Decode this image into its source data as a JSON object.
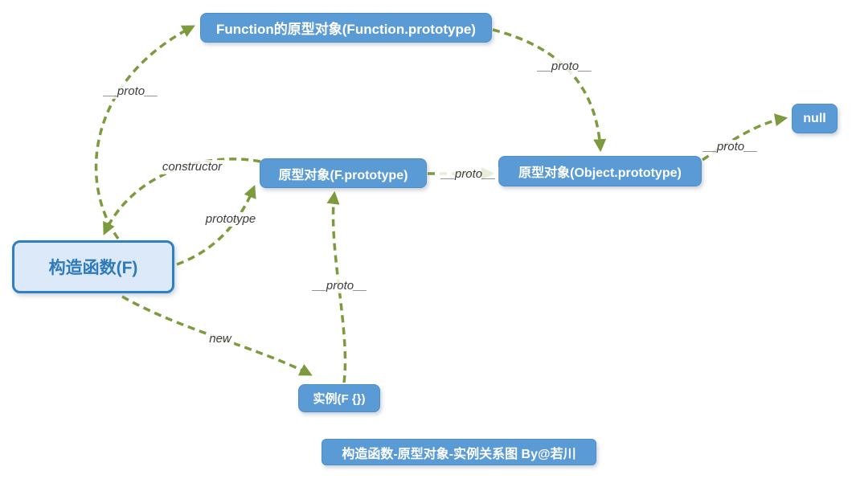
{
  "diagram": {
    "title": "构造函数-原型对象-实例关系图 By@若川",
    "nodes": [
      {
        "id": "function-prototype",
        "label": "Function的原型对象(Function.prototype)"
      },
      {
        "id": "f-prototype",
        "label": "原型对象(F.prototype)"
      },
      {
        "id": "object-prototype",
        "label": "原型对象(Object.prototype)"
      },
      {
        "id": "null",
        "label": "null"
      },
      {
        "id": "constructor-f",
        "label": "构造函数(F)"
      },
      {
        "id": "instance-f",
        "label": "实例(F {})"
      }
    ],
    "edges": [
      {
        "from": "constructor-f",
        "to": "function-prototype",
        "label": "__proto__"
      },
      {
        "from": "function-prototype",
        "to": "object-prototype",
        "label": "__proto__"
      },
      {
        "from": "f-prototype",
        "to": "object-prototype",
        "label": "__proto__"
      },
      {
        "from": "object-prototype",
        "to": "null",
        "label": "__proto__"
      },
      {
        "from": "f-prototype",
        "to": "constructor-f",
        "label": "constructor"
      },
      {
        "from": "constructor-f",
        "to": "f-prototype",
        "label": "prototype"
      },
      {
        "from": "instance-f",
        "to": "f-prototype",
        "label": "__proto__"
      },
      {
        "from": "constructor-f",
        "to": "instance-f",
        "label": "new"
      }
    ],
    "colors": {
      "node_fill": "#5b9bd5",
      "node_border": "#4e8fc7",
      "node_text": "#ffffff",
      "root_fill": "#dbe9f8",
      "root_border": "#2e7fc4",
      "root_text": "#2f7ab9",
      "edge": "#7e9a3e",
      "edge_label_text": "#3d3d3d",
      "background": "#ffffff"
    }
  }
}
